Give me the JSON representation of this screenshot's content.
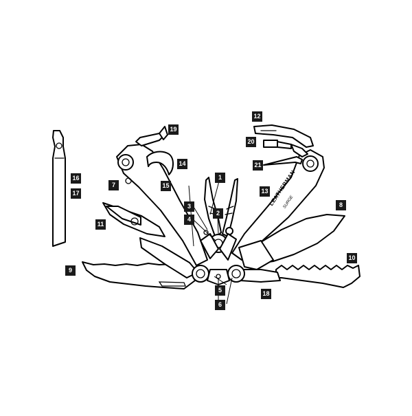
{
  "callouts": {
    "c1": "1",
    "c2": "2",
    "c3": "3",
    "c4": "4",
    "c5": "5",
    "c6": "6",
    "c7": "7",
    "c8": "8",
    "c9": "9",
    "c10": "10",
    "c11": "11",
    "c12": "12",
    "c13": "13",
    "c14": "14",
    "c15": "15",
    "c16": "16",
    "c17": "17",
    "c18": "18",
    "c19": "19",
    "c20": "20",
    "c21": "21"
  },
  "engraving": {
    "brand": "LEATHERMAN",
    "model": "SURGE"
  },
  "colors": {
    "line": "#000000",
    "badge": "#1a1a1a",
    "background": "#ffffff"
  }
}
